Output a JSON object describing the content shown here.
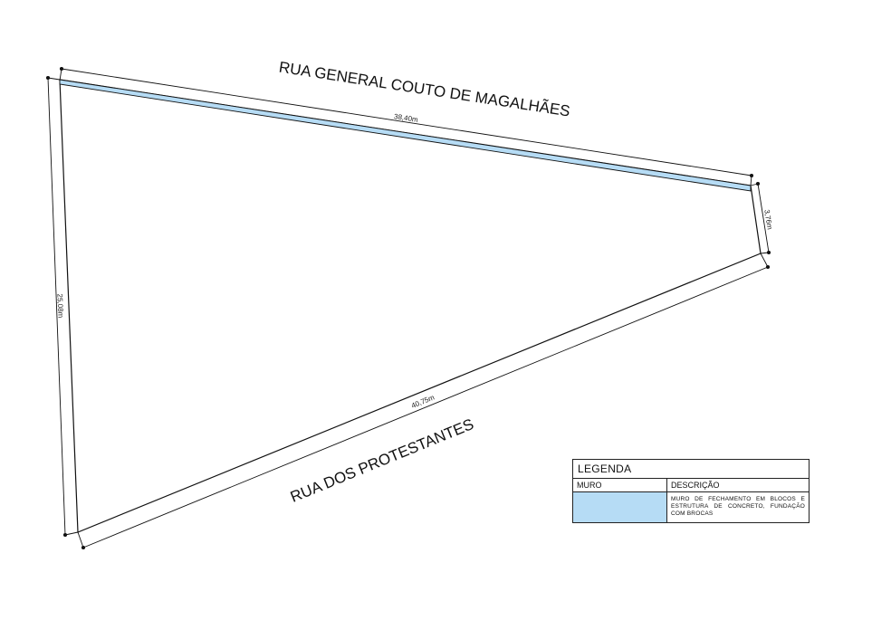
{
  "streets": {
    "north": "RUA GENERAL COUTO DE MAGALHÃES",
    "south": "RUA DOS PROTESTANTES"
  },
  "dimensions": {
    "north_side": "38,40m",
    "east_side": "3,76m",
    "south_side": "40,75m",
    "west_side": "25,08m"
  },
  "legend": {
    "title": "LEGENDA",
    "col_item": "MURO",
    "col_desc": "DESCRIÇÃO",
    "wall_description": "MURO DE FECHAMENTO EM BLOCOS E ESTRUTURA DE CONCRETO, FUNDAÇÃO COM BROCAS"
  },
  "colors": {
    "wall_fill": "#b6dcf5",
    "line": "#111111"
  }
}
